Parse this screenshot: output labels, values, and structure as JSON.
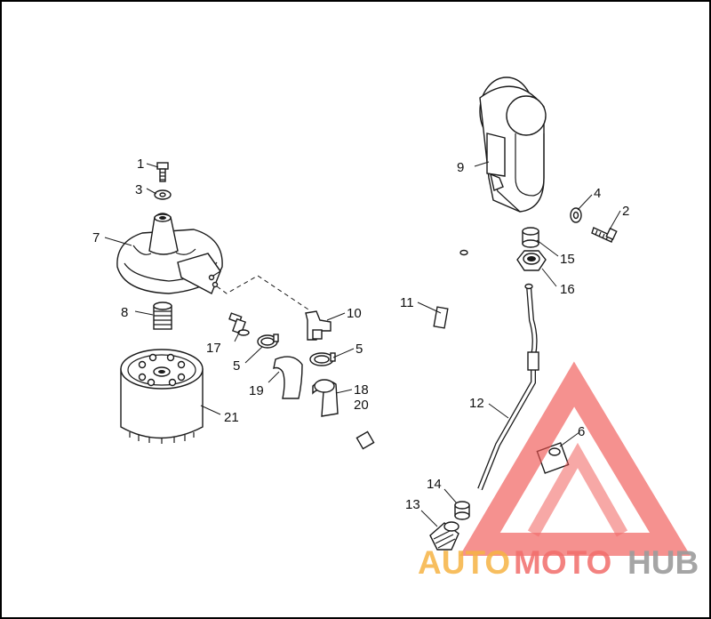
{
  "diagram": {
    "callouts": {
      "c1": "1",
      "c2": "2",
      "c3": "3",
      "c4": "4",
      "c5a": "5",
      "c5b": "5",
      "c6": "6",
      "c7": "7",
      "c8": "8",
      "c9": "9",
      "c10": "10",
      "c11": "11",
      "c12": "12",
      "c13": "13",
      "c14": "14",
      "c15": "15",
      "c16": "16",
      "c17": "17",
      "c18": "18",
      "c19": "19",
      "c20": "20",
      "c21": "21"
    }
  },
  "watermark": {
    "brand_auto": "AUTO",
    "brand_moto": "MOTO",
    "brand_hub": "HUB",
    "color_orange": "#f5a623",
    "color_red": "#ef5350",
    "color_gray": "#8a8a8a"
  }
}
